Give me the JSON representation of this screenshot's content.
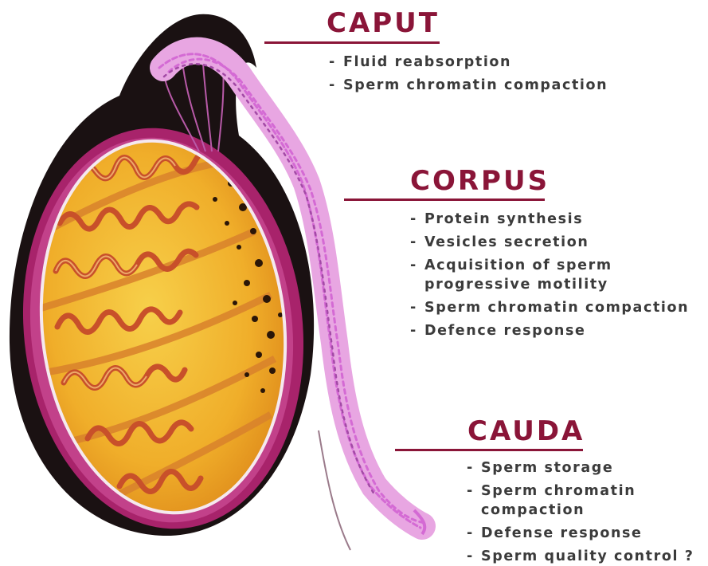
{
  "colors": {
    "heading": "#8a1538",
    "text": "#3b3b3b",
    "epididymis_tubule": "#d46ad4",
    "tunica": "#a8236b",
    "testis_parenchyma": "#f2b330",
    "seminiferous_tubule": "#c8502a"
  },
  "regions": [
    {
      "name": "caput-section",
      "title": "CAPUT",
      "items": [
        {
          "lines": [
            "Fluid reabsorption"
          ]
        },
        {
          "lines": [
            "Sperm chromatin compaction"
          ]
        }
      ]
    },
    {
      "name": "corpus-section",
      "title": "CORPUS",
      "items": [
        {
          "lines": [
            "Protein synthesis"
          ]
        },
        {
          "lines": [
            "Vesicles secretion"
          ]
        },
        {
          "lines": [
            "Acquisition of sperm",
            "progressive motility"
          ]
        },
        {
          "lines": [
            "Sperm chromatin compaction"
          ]
        },
        {
          "lines": [
            "Defence response"
          ]
        }
      ]
    },
    {
      "name": "cauda-section",
      "title": "CAUDA",
      "items": [
        {
          "lines": [
            "Sperm storage"
          ]
        },
        {
          "lines": [
            "Sperm chromatin",
            "compaction"
          ]
        },
        {
          "lines": [
            "Defense response"
          ]
        },
        {
          "lines": [
            "Sperm quality control ?"
          ]
        }
      ]
    }
  ]
}
